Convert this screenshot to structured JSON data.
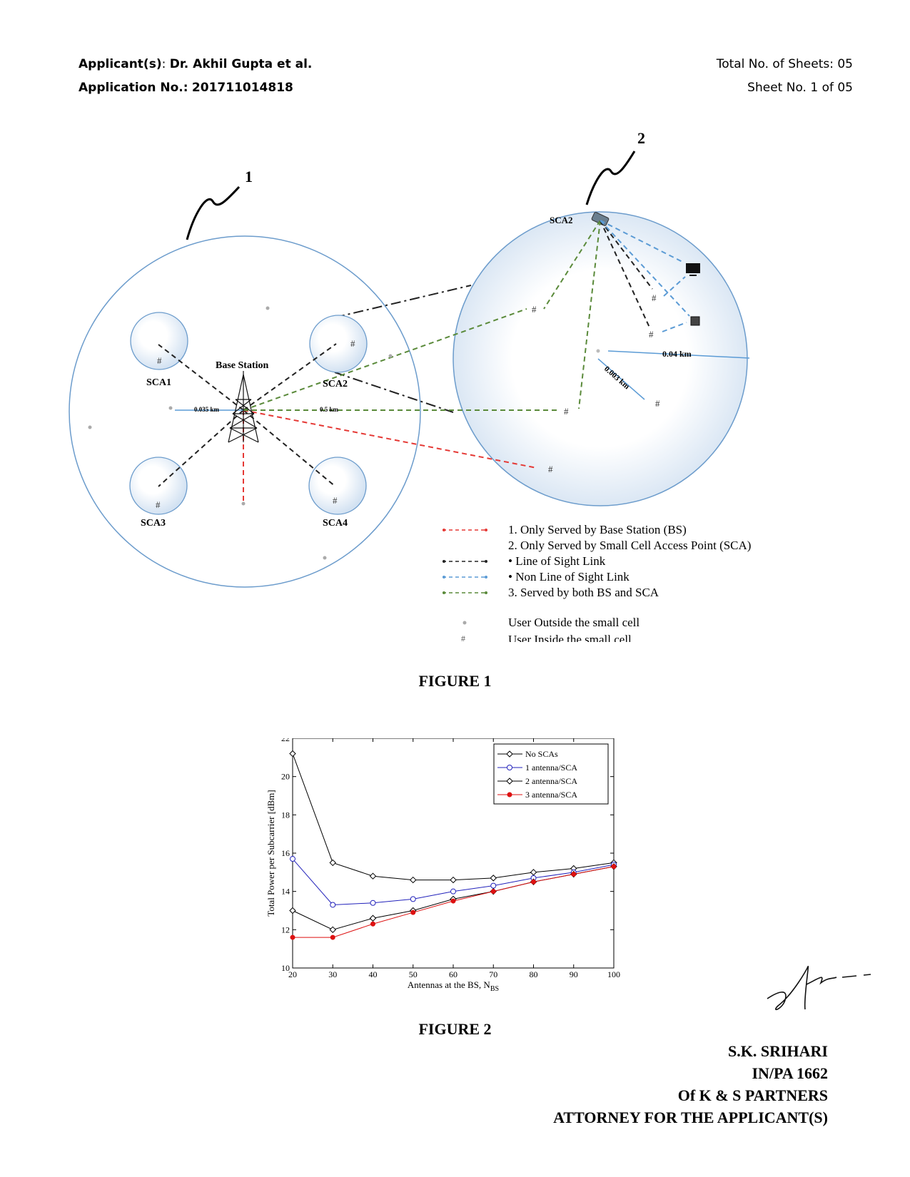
{
  "header": {
    "applicant_label": "Applicant(s)",
    "applicant_value": "Dr. Akhil Gupta et al.",
    "application_label": "Application No.:",
    "application_value": "201711014818",
    "total_sheets": "Total No. of Sheets: 05",
    "sheet_no": "Sheet No. 1 of 05"
  },
  "figure1": {
    "caption": "FIGURE 1",
    "ref_1": "1",
    "ref_2": "2",
    "base_station_label": "Base Station",
    "sca_labels": [
      "SCA1",
      "SCA2",
      "SCA3",
      "SCA4"
    ],
    "zoom_sca_label": "SCA2",
    "dist_small": "0.035 km",
    "dist_large": "0.5 km",
    "dist_zoom_1": "0.04 km",
    "dist_zoom_2": "0.003 km",
    "hash": "#",
    "legend": [
      {
        "text": "1. Only Served by Base Station (BS)",
        "color": "#e53935"
      },
      {
        "text": "2. Only Served by Small Cell Access Point (SCA)",
        "color": ""
      },
      {
        "text": "• Line of Sight Link",
        "color": "#222222"
      },
      {
        "text": "• Non Line of Sight Link",
        "color": "#5b9bd5"
      },
      {
        "text": "3. Served by both BS and SCA",
        "color": "#5a8a3a"
      },
      {
        "text": "User Outside the small cell",
        "color": "#aaaaaa"
      },
      {
        "text": "User Inside the small cell",
        "color": "#555555"
      }
    ]
  },
  "figure2": {
    "caption": "FIGURE 2",
    "chart_data": {
      "type": "line",
      "xlabel": "Antennas at the BS, N",
      "xlabel_sub": "BS",
      "ylabel": "Total Power per Subcarrier [dBm]",
      "xlim": [
        20,
        100
      ],
      "ylim": [
        10,
        22
      ],
      "xticks": [
        20,
        30,
        40,
        50,
        60,
        70,
        80,
        90,
        100
      ],
      "yticks": [
        10,
        12,
        14,
        16,
        18,
        20,
        22
      ],
      "x": [
        20,
        30,
        40,
        50,
        60,
        70,
        80,
        90,
        100
      ],
      "legend_position": "top-right",
      "series": [
        {
          "name": "No SCAs",
          "color": "#000000",
          "marker": "diamond",
          "values": [
            21.2,
            15.5,
            14.8,
            14.6,
            14.6,
            14.7,
            15.0,
            15.2,
            15.5
          ]
        },
        {
          "name": "1 antenna/SCA",
          "color": "#2222bb",
          "marker": "circle",
          "values": [
            15.7,
            13.3,
            13.4,
            13.6,
            14.0,
            14.3,
            14.7,
            15.0,
            15.4
          ]
        },
        {
          "name": "2 antenna/SCA",
          "color": "#000000",
          "marker": "diamond",
          "values": [
            13.0,
            12.0,
            12.6,
            13.0,
            13.6,
            14.0,
            14.5,
            14.9,
            15.3
          ]
        },
        {
          "name": "3 antenna/SCA",
          "color": "#dd1111",
          "marker": "dot",
          "values": [
            11.6,
            11.6,
            12.3,
            12.9,
            13.5,
            14.0,
            14.5,
            14.9,
            15.3
          ]
        }
      ]
    }
  },
  "attorney": {
    "name": "S.K. SRIHARI",
    "reg": "IN/PA 1662",
    "firm": "Of K & S PARTNERS",
    "role": "ATTORNEY FOR THE APPLICANT(S)"
  }
}
